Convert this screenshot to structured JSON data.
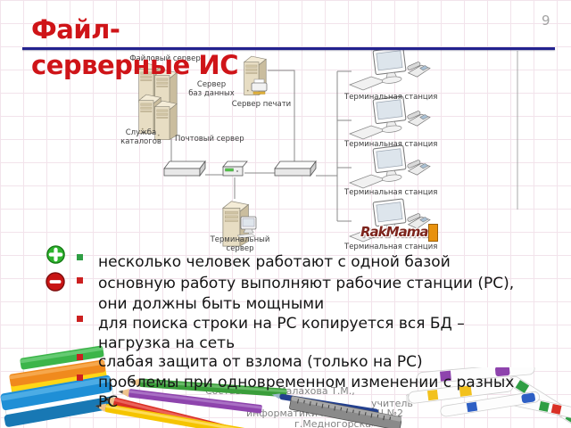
{
  "slide": {
    "title_line1": "Файл-",
    "title_line2": "серверные ИС",
    "page_number": "9",
    "footer_lines": [
      "Составитель: Малахова Т.М.,",
      "учитель",
      "информатики МБОУ «СОШ №2",
      "г.Медногорска»"
    ]
  },
  "diagram_labels": {
    "file_server": "Файловый сервер",
    "db_server_1": "Сервер",
    "db_server_2": "баз данных",
    "directory_1": "Служба",
    "directory_2": "каталогов",
    "mail_server": "Почтовый сервер",
    "print_server": "Сервер печати",
    "terminal_station": "Терминальная станция",
    "terminal_server_1": "Терминальный",
    "terminal_server_2": "сервер"
  },
  "watermark_text": "RakMama",
  "bullets": {
    "items": [
      {
        "color": "#2f9e44",
        "lines": [
          "несколько человек работают с одной базой"
        ]
      },
      {
        "color": "#cc2020",
        "lines": [
          "основную работу выполняют рабочие станции (РС),",
          "они должны быть мощными"
        ]
      },
      {
        "color": "#cc2020",
        "lines": [
          "для поиска строки на РС копируется вся БД –",
          "нагрузка на сеть"
        ]
      },
      {
        "color": "#cc2020",
        "lines": [
          "слабая защита от взлома (только на РС)"
        ]
      },
      {
        "color": "#cc2020",
        "lines": [
          "проблемы при одновременном изменении с разных",
          "РС"
        ]
      }
    ]
  },
  "colors": {
    "title_red": "#cf1418",
    "rule_blue": "#23238f",
    "plus_green": "#2db32d",
    "plus_ring": "#157a15",
    "minus_red": "#c81414",
    "minus_ring": "#7e0d0d",
    "grid_pink": "#f2e3eb"
  }
}
